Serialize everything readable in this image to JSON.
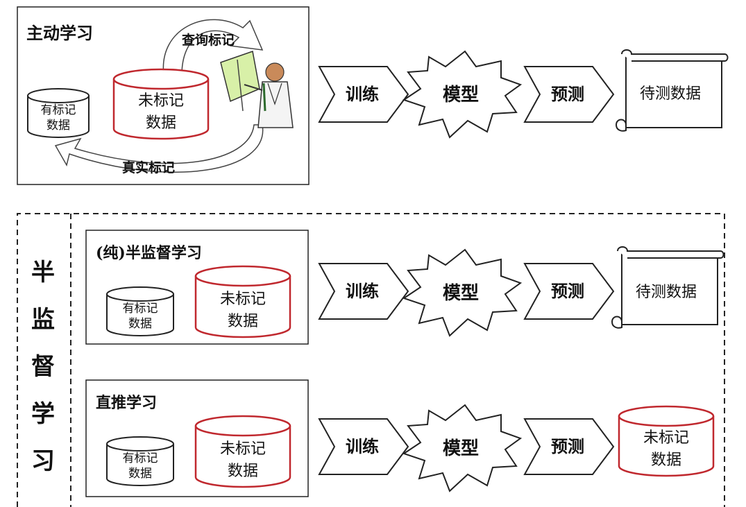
{
  "active": {
    "title": "主动学习",
    "labeled": [
      "有标记",
      "数据"
    ],
    "unlabeled": [
      "未标记",
      "数据"
    ],
    "query": "查询标记",
    "truth": "真实标记",
    "train": "训练",
    "model": "模型",
    "predict": "预测",
    "target": "待测数据"
  },
  "semi": {
    "title_chars": [
      "半",
      "监",
      "督",
      "学",
      "习"
    ],
    "pure": {
      "title": "(纯)半监督学习",
      "labeled": [
        "有标记",
        "数据"
      ],
      "unlabeled": [
        "未标记",
        "数据"
      ],
      "train": "训练",
      "model": "模型",
      "predict": "预测",
      "target": "待测数据"
    },
    "transductive": {
      "title": "直推学习",
      "labeled": [
        "有标记",
        "数据"
      ],
      "unlabeled": [
        "未标记",
        "数据"
      ],
      "train": "训练",
      "model": "模型",
      "predict": "预测",
      "target": [
        "未标记",
        "数据"
      ]
    }
  }
}
